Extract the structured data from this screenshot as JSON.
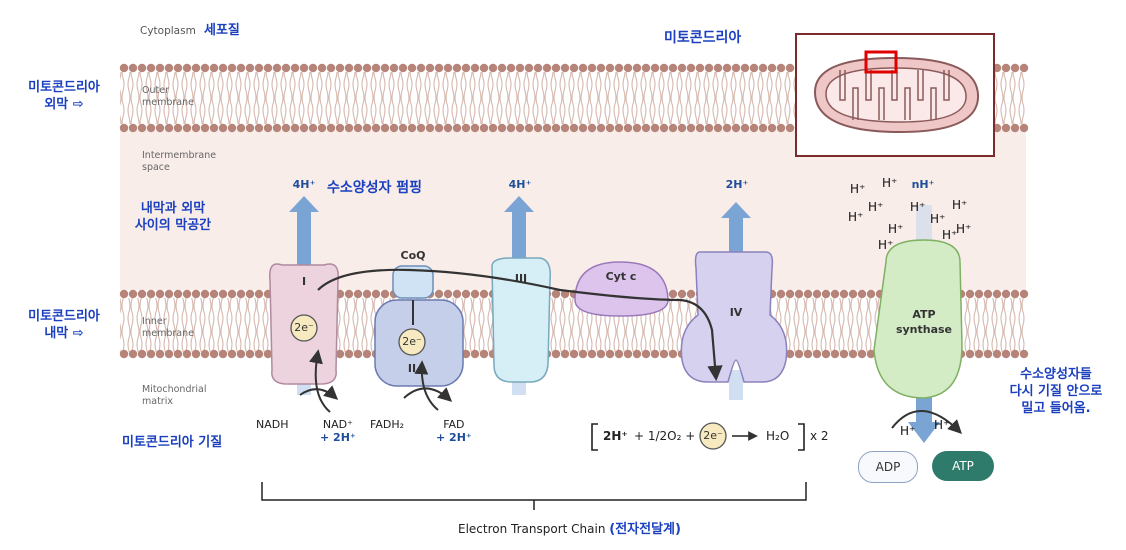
{
  "labels": {
    "cytoplasm": "Cytoplasm",
    "cytoplasm_kr": "세포질",
    "outer_membrane": [
      "Outer",
      "membrane"
    ],
    "outer_membrane_kr": [
      "미토콘드리아",
      "외막"
    ],
    "intermembrane": [
      "Intermembrane",
      "space"
    ],
    "intermembrane_kr": [
      "내막과 외막",
      "사이의 막공간"
    ],
    "inner_membrane": [
      "Inner",
      "membrane"
    ],
    "inner_membrane_kr": [
      "미토콘드리아",
      "내막"
    ],
    "matrix": [
      "Mitochondrial",
      "matrix"
    ],
    "matrix_kr": "미토콘드리아 기질",
    "mito_kr": "미토콘드리아",
    "proton_pump_kr": "수소양성자 펌핑",
    "return_kr": [
      "수소양성자들",
      "다시 기질 안으로",
      "밀고 들어옴."
    ],
    "etc": "Electron Transport Chain",
    "etc_kr": "(전자전달계)"
  },
  "complexes": {
    "c1": "I",
    "c2": "II",
    "c3": "III",
    "c4": "IV",
    "coq": "CoQ",
    "cytc": "Cyt c",
    "atp_synthase": [
      "ATP",
      "synthase"
    ]
  },
  "pumps": {
    "c1": "4H⁺",
    "c3": "4H⁺",
    "c4": "2H⁺",
    "atp": "nH⁺"
  },
  "electrons": "2e⁻",
  "substrates": {
    "nadh": "NADH",
    "nad": "NAD⁺",
    "nad_h": "+ 2H⁺",
    "fadh2": "FADH₂",
    "fad": "FAD",
    "fad_h": "+ 2H⁺"
  },
  "equation": {
    "left": "2H⁺",
    "mid": "+ 1/2O₂ +",
    "e": "2e⁻",
    "product": "H₂O",
    "mult": "x 2"
  },
  "h_plus": "H⁺",
  "adp": "ADP",
  "atp": "ATP",
  "colors": {
    "membrane_head": "#b68478",
    "membrane_tail": "#d6b8b0",
    "ims": "#f8ebe8",
    "complex1": "#ecd3dd",
    "complex2": "#c5cfea",
    "complex3": "#d6eef5",
    "complex4": "#d6d1ef",
    "cytc": "#dcc4ec",
    "atp_synthase": "#d3ecc6",
    "arrow": "#6e9ccf",
    "electron": "#f7eac0",
    "atp_pill": "#2e7a6b",
    "kr_text": "#1a3fbf"
  }
}
